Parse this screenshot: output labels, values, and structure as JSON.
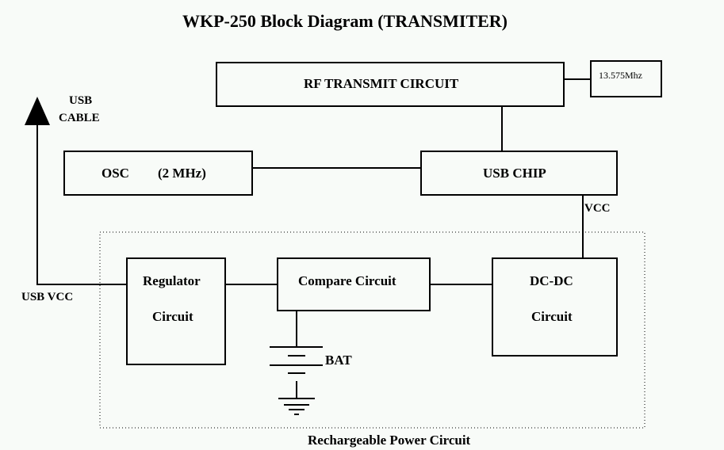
{
  "title": "WKP-250 Block Diagram (TRANSMITER)",
  "blocks": {
    "rf_transmit": "RF TRANSMIT CIRCUIT",
    "freq": "13.575Mhz",
    "usb_chip": "USB CHIP",
    "osc": "OSC",
    "osc_freq": "(2 MHz)",
    "regulator_line1": "Regulator",
    "regulator_line2": "Circuit",
    "compare": "Compare Circuit",
    "dcdc_line1": "DC-DC",
    "dcdc_line2": "Circuit"
  },
  "labels": {
    "usb_cable_line1": "USB",
    "usb_cable_line2": "CABLE",
    "usb_vcc": "USB VCC",
    "vcc": "VCC",
    "bat": "BAT",
    "power_group": "Rechargeable Power Circuit"
  },
  "colors": {
    "background": "#f8fbf8",
    "stroke": "#000000"
  }
}
